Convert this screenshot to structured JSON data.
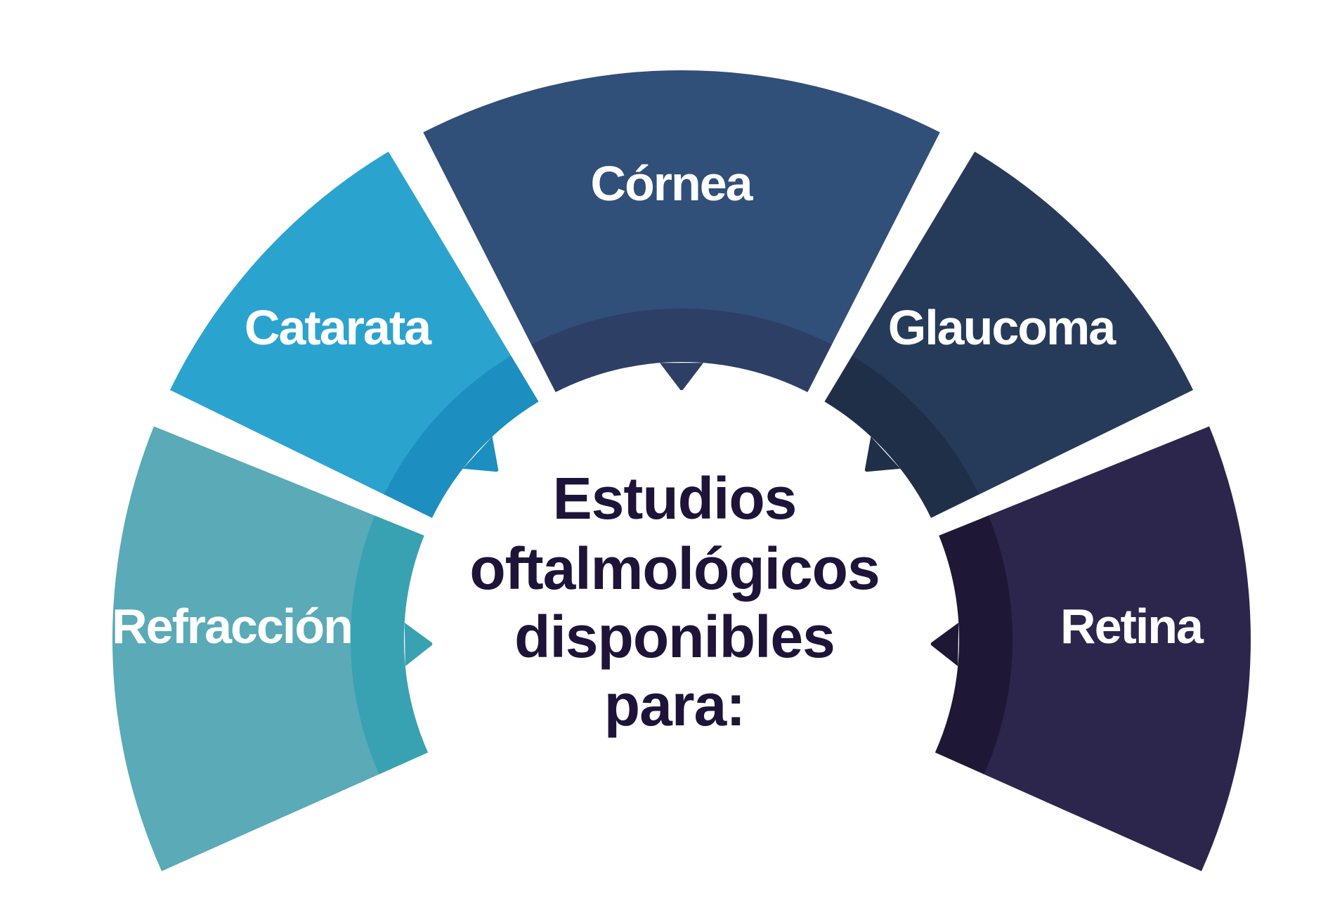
{
  "center": {
    "lines": [
      "Estudios",
      "oftalmológicos",
      "disponibles",
      "para:"
    ],
    "color": "#1e1338"
  },
  "segments": [
    {
      "label": "Refracción",
      "color": "#5aaab8",
      "inner_color": "#38a2b2"
    },
    {
      "label": "Catarata",
      "color": "#2ba3cf",
      "inner_color": "#1c8ebf"
    },
    {
      "label": "Córnea",
      "color": "#304f79",
      "inner_color": "#2d3f64"
    },
    {
      "label": "Glaucoma",
      "color": "#263a5a",
      "inner_color": "#202f48"
    },
    {
      "label": "Retina",
      "color": "#2c254c",
      "inner_color": "#1e1836"
    }
  ]
}
